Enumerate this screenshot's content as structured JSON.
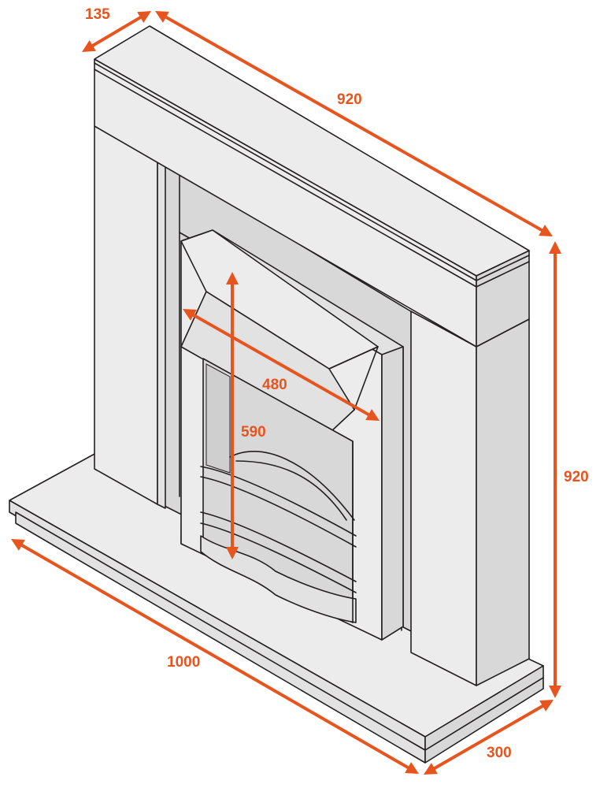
{
  "colors": {
    "dimension": "#e8541e",
    "line": "#231f20",
    "face": "#ececec"
  },
  "dimensions": {
    "depth_top": "135",
    "width_top": "920",
    "height": "920",
    "insert_width": "480",
    "insert_height": "590",
    "hearth_width": "1000",
    "hearth_depth": "300"
  }
}
